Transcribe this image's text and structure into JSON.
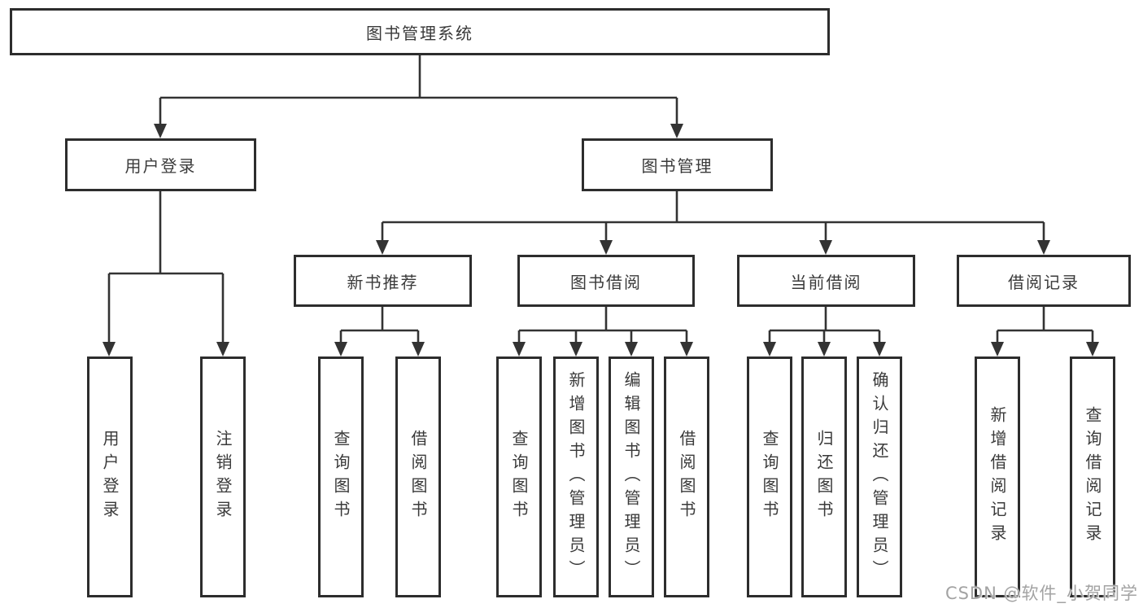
{
  "diagram_title": "图书管理系统",
  "tree": {
    "label": "图书管理系统",
    "children": [
      {
        "label": "用户登录",
        "children": [
          {
            "label": "用户登录"
          },
          {
            "label": "注销登录"
          }
        ]
      },
      {
        "label": "图书管理",
        "children": [
          {
            "label": "新书推荐",
            "children": [
              {
                "label": "查询图书"
              },
              {
                "label": "借阅图书"
              }
            ]
          },
          {
            "label": "图书借阅",
            "children": [
              {
                "label": "查询图书"
              },
              {
                "label": "新增图书（管理员）"
              },
              {
                "label": "编辑图书（管理员）"
              },
              {
                "label": "借阅图书"
              }
            ]
          },
          {
            "label": "当前借阅",
            "children": [
              {
                "label": "查询图书"
              },
              {
                "label": "归还图书"
              },
              {
                "label": "确认归还（管理员）"
              }
            ]
          },
          {
            "label": "借阅记录",
            "children": [
              {
                "label": "新增借阅记录"
              },
              {
                "label": "查询借阅记录"
              }
            ]
          }
        ]
      }
    ]
  },
  "watermark": "CSDN @软件_小贺同学",
  "colors": {
    "line": "#333333",
    "box_border": "#2d2d2d",
    "box_fill": "#ffffff",
    "text": "#3a3a3a",
    "watermark": "#a3a3a3",
    "background": "#ffffff"
  }
}
